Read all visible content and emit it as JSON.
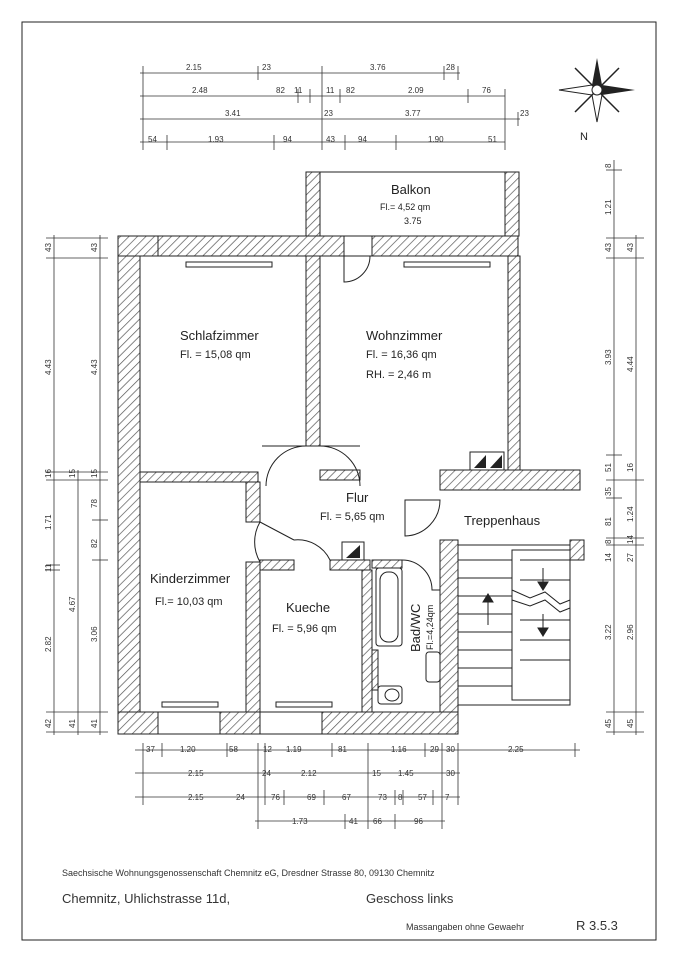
{
  "compass": {
    "north_label": "N"
  },
  "rooms": {
    "balkon": {
      "name": "Balkon",
      "area": "Fl.= 4,52 qm",
      "width": "3.75"
    },
    "schlafzimmer": {
      "name": "Schlafzimmer",
      "area": "Fl. = 15,08 qm"
    },
    "wohnzimmer": {
      "name": "Wohnzimmer",
      "area": "Fl. = 16,36 qm",
      "height": "RH. = 2,46 m"
    },
    "flur": {
      "name": "Flur",
      "area": "Fl. = 5,65 qm"
    },
    "treppenhaus": {
      "name": "Treppenhaus"
    },
    "kinderzimmer": {
      "name": "Kinderzimmer",
      "area": "Fl.= 10,03 qm"
    },
    "kueche": {
      "name": "Kueche",
      "area": "Fl. = 5,96 qm"
    },
    "bad": {
      "name": "Bad/WC",
      "area": "Fl.=4,24qm"
    }
  },
  "dims_top": {
    "row1": [
      "2.15",
      "23",
      "3.76",
      "28"
    ],
    "row2": [
      "2.48",
      "82",
      "11",
      "11",
      "82",
      "2.09",
      "76"
    ],
    "row3": [
      "3.41",
      "23",
      "3.77",
      "23"
    ],
    "row4": [
      "54",
      "1.93",
      "94",
      "43",
      "94",
      "1.90",
      "51"
    ]
  },
  "dims_left": {
    "outer": [
      "43",
      "4.43",
      "16",
      "1.71",
      "11",
      "2.82",
      "42"
    ],
    "inner": [
      "43",
      "4.43",
      "15",
      "78",
      "82",
      "3.06",
      "41"
    ],
    "mid": [
      "15",
      "4.67",
      "41"
    ]
  },
  "dims_right": {
    "outer": [
      "8",
      "1.21",
      "43",
      "3.93",
      "51",
      "35",
      "81",
      "8",
      "14",
      "3.22",
      "45"
    ],
    "inner": [
      "43",
      "4.44",
      "16",
      "1.24",
      "14",
      "27",
      "2.96",
      "45"
    ]
  },
  "dims_bottom": {
    "row1": [
      "37",
      "1.20",
      "58",
      "12",
      "1.19",
      "81",
      "1.16",
      "29",
      "30",
      "2.25"
    ],
    "row2": [
      "2.15",
      "24",
      "2.12",
      "15",
      "1.45",
      "30"
    ],
    "row3": [
      "2.15",
      "24",
      "76",
      "69",
      "67",
      "73",
      "8",
      "57",
      "7"
    ],
    "row4": [
      "1.73",
      "41",
      "66",
      "96"
    ]
  },
  "footer": {
    "company": "Saechsische Wohnungsgenossenschaft Chemnitz eG, Dresdner Strasse 80,  09130 Chemnitz",
    "address": "Chemnitz, Uhlichstrasse 11d,",
    "floor": "Geschoss links",
    "disclaimer": "Massangaben ohne Gewaehr",
    "code": "R  3.5.3"
  }
}
